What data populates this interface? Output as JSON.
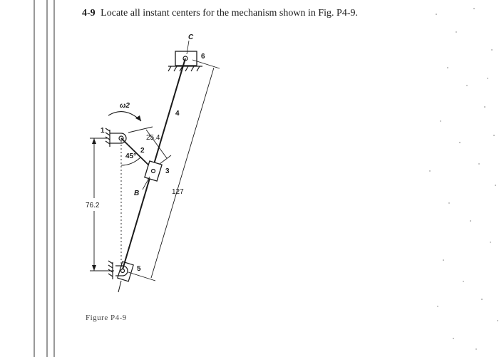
{
  "problem": {
    "number": "4-9",
    "text": "Locate all instant centers for the mechanism shown in Fig. P4-9."
  },
  "figure": {
    "caption": "Figure P4-9",
    "labels": {
      "point_c": "C",
      "point_b": "B",
      "link_1": "1",
      "link_2": "2",
      "link_3": "3",
      "link_4": "4",
      "link_5": "5",
      "link_6": "6",
      "omega": "ω2",
      "angle": "45°"
    },
    "dimensions": {
      "crank_length": "25.4",
      "link_length": "127",
      "vertical_offset": "76.2"
    }
  }
}
